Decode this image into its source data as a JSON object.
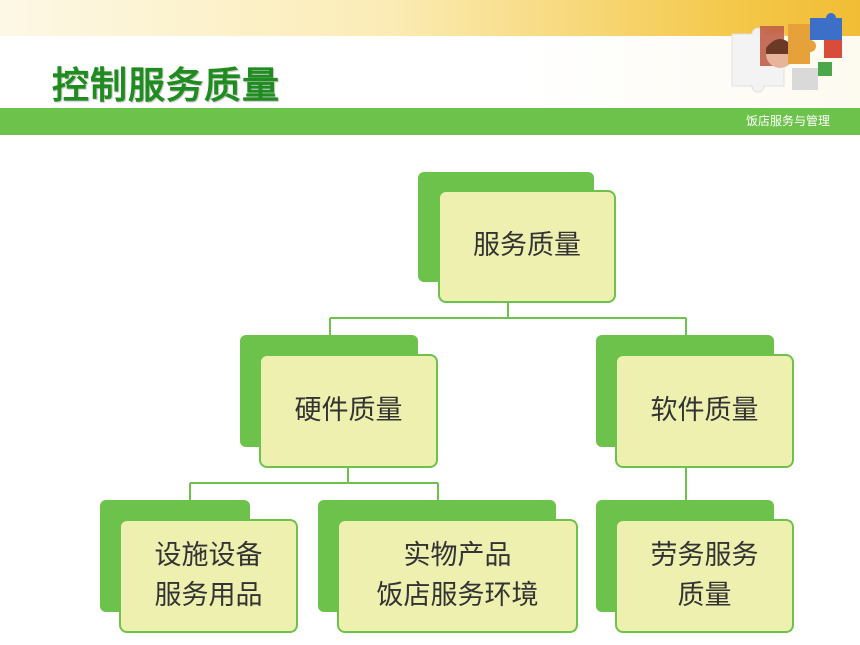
{
  "page": {
    "title": "控制服务质量",
    "course": "饭店服务与管理"
  },
  "colors": {
    "accent_green": "#6cc24a",
    "title_green": "#1f8c1f",
    "box_fill": "#eef0b0",
    "connector": "#6cc24a"
  },
  "icons": {
    "decoration": "puzzle-photo-icon"
  },
  "diagram": {
    "root": {
      "lines": [
        "服务质量"
      ]
    },
    "hardware": {
      "lines": [
        "硬件质量"
      ]
    },
    "software": {
      "lines": [
        "软件质量"
      ]
    },
    "facilities": {
      "lines": [
        "设施设备",
        "服务用品"
      ]
    },
    "products": {
      "lines": [
        "实物产品",
        "饭店服务环境"
      ]
    },
    "labor": {
      "lines": [
        "劳务服务",
        "质量"
      ]
    }
  }
}
